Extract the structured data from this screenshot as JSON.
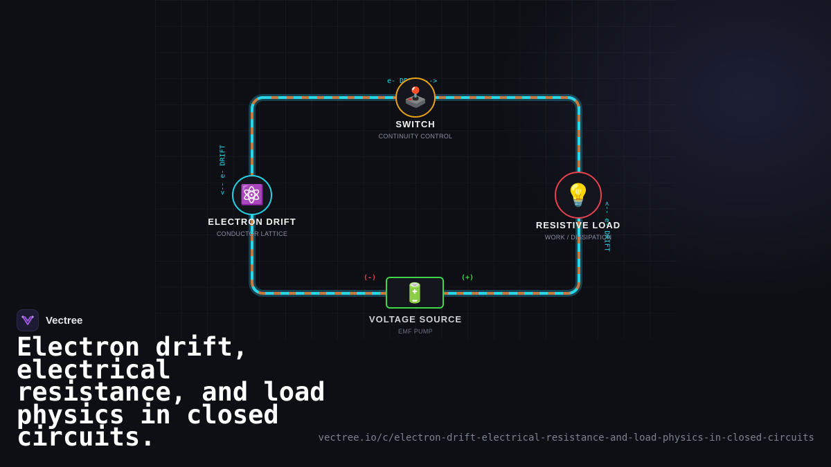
{
  "brand": {
    "name": "Vectree",
    "icon": "vectree-logo-icon"
  },
  "headline": "Electron drift, electrical resistance, and load physics in closed circuits.",
  "url": "vectree.io/c/electron-drift-electrical-resistance-and-load-physics-in-closed-circuits",
  "diagram": {
    "nodes": {
      "switch": {
        "title": "SWITCH",
        "subtitle": "CONTINUITY CONTROL",
        "icon": "joystick-icon",
        "glyph": "🕹️",
        "color": "#e8a215"
      },
      "electron_drift": {
        "title": "ELECTRON DRIFT",
        "subtitle": "CONDUCTOR LATTICE",
        "icon": "atom-icon",
        "glyph": "⚛️",
        "color": "#27d3e6"
      },
      "resistive_load": {
        "title": "RESISTIVE LOAD",
        "subtitle": "WORK / DISSIPATION",
        "icon": "light-bulb-icon",
        "glyph": "💡",
        "color": "#e8414e"
      },
      "voltage_source": {
        "title": "VOLTAGE SOURCE",
        "subtitle": "EMF PUMP",
        "icon": "battery-icon",
        "glyph": "🔋",
        "color": "#3fd64a"
      }
    },
    "flow_labels": {
      "top": "e- DRIFT -->",
      "left": "<-- e- DRIFT",
      "right": "<-- e- DRIFT"
    },
    "polarity": {
      "negative": "(-)",
      "positive": "(+)"
    },
    "colors": {
      "wire_dash_a": "#29d7e8",
      "wire_dash_b": "#c77a3d",
      "wire_glow": "#1b6f86",
      "negative": "#e8414e",
      "positive": "#3fd64a"
    }
  }
}
